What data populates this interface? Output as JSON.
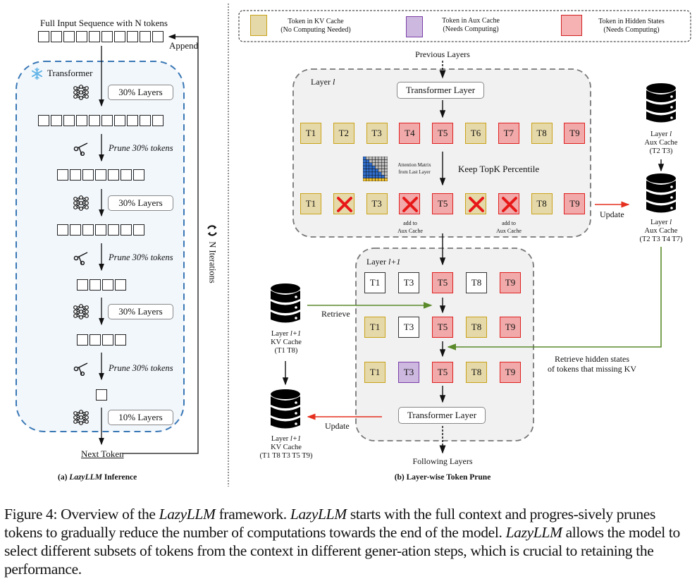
{
  "panel_a": {
    "input_label": "Full Input Sequence with N tokens",
    "append_label": "Append",
    "transformer_label": "Transformer",
    "iterations_label": "N Iterations",
    "next_token_label": "Next Token",
    "caption_prefix": "(a) ",
    "caption_italic": "LazyLLM",
    "caption_suffix": " Inference",
    "stages": [
      {
        "type": "tokens",
        "count": 10
      },
      {
        "type": "layers",
        "label": "30% Layers"
      },
      {
        "type": "tokens",
        "count": 10
      },
      {
        "type": "prune",
        "label": "Prune 30% tokens"
      },
      {
        "type": "tokens",
        "count": 7
      },
      {
        "type": "layers",
        "label": "30% Layers"
      },
      {
        "type": "tokens",
        "count": 7
      },
      {
        "type": "prune",
        "label": "Prune 30% tokens"
      },
      {
        "type": "tokens",
        "count": 4
      },
      {
        "type": "layers",
        "label": "30% Layers"
      },
      {
        "type": "tokens",
        "count": 4
      },
      {
        "type": "prune",
        "label": "Prune 30% tokens"
      },
      {
        "type": "tokens",
        "count": 1
      },
      {
        "type": "layers",
        "label": "10% Layers"
      }
    ],
    "layer_labels": [
      "30% Layers",
      "30% Layers",
      "30% Layers",
      "10% Layers"
    ],
    "prune_labels": [
      "Prune 30% tokens",
      "Prune 30% tokens",
      "Prune 30% tokens"
    ]
  },
  "legend": {
    "items": [
      {
        "line1": "Token in KV Cache",
        "line2": "(No Computing Needed)",
        "color": "#e6d9a9",
        "border": "#c9a21a"
      },
      {
        "line1": "Token in Aux Cache",
        "line2": "(Needs Computing)",
        "color": "#cdb8df",
        "border": "#7a3fa8"
      },
      {
        "line1": "Token in Hidden States",
        "line2": "(Needs Computing)",
        "color": "#f1a9a9",
        "border": "#e02020"
      }
    ]
  },
  "panel_b": {
    "previous_layers": "Previous Layers",
    "following_layers": "Following Layers",
    "layer_l": {
      "title_prefix": "Layer ",
      "title_var": "l",
      "transformer_layer": "Transformer Layer",
      "row1": [
        {
          "label": "T1",
          "state": "kv"
        },
        {
          "label": "T2",
          "state": "kv"
        },
        {
          "label": "T3",
          "state": "kv"
        },
        {
          "label": "T4",
          "state": "hid"
        },
        {
          "label": "T5",
          "state": "hid"
        },
        {
          "label": "T6",
          "state": "kv"
        },
        {
          "label": "T7",
          "state": "hid"
        },
        {
          "label": "T8",
          "state": "kv"
        },
        {
          "label": "T9",
          "state": "hid"
        }
      ],
      "row2": [
        {
          "label": "T1",
          "state": "kv",
          "pruned": false
        },
        {
          "label": "T2",
          "state": "kv",
          "pruned": true
        },
        {
          "label": "T3",
          "state": "kv",
          "pruned": false
        },
        {
          "label": "T4",
          "state": "hid",
          "pruned": true
        },
        {
          "label": "T5",
          "state": "hid",
          "pruned": false
        },
        {
          "label": "T6",
          "state": "kv",
          "pruned": true
        },
        {
          "label": "T7",
          "state": "hid",
          "pruned": true
        },
        {
          "label": "T8",
          "state": "kv",
          "pruned": false
        },
        {
          "label": "T9",
          "state": "hid",
          "pruned": false
        }
      ],
      "attention_label_1": "Attention Matrix",
      "attention_label_2": "from Last Layer",
      "keep_topk": "Keep TopK Percentile",
      "add_to_aux_1": "add to",
      "add_to_aux_2": "Aux Cache"
    },
    "aux_cache_before": {
      "line1_prefix": "Layer ",
      "line1_var": "l",
      "line2": "Aux Cache",
      "line3": "(T2 T3)"
    },
    "aux_cache_after": {
      "line1_prefix": "Layer ",
      "line1_var": "l",
      "line2": "Aux Cache",
      "line3": "(T2 T3 T4 T7)"
    },
    "update_label_right": "Update",
    "layer_l1": {
      "title_prefix": "Layer ",
      "title_var": "l+1",
      "transformer_layer": "Transformer Layer",
      "row1": [
        {
          "label": "T1",
          "state": "plain"
        },
        {
          "label": "T3",
          "state": "plain"
        },
        {
          "label": "T5",
          "state": "hid"
        },
        {
          "label": "T8",
          "state": "plain"
        },
        {
          "label": "T9",
          "state": "hid"
        }
      ],
      "row2": [
        {
          "label": "T1",
          "state": "kv"
        },
        {
          "label": "T3",
          "state": "plain"
        },
        {
          "label": "T5",
          "state": "hid"
        },
        {
          "label": "T8",
          "state": "kv"
        },
        {
          "label": "T9",
          "state": "hid"
        }
      ],
      "row3": [
        {
          "label": "T1",
          "state": "kv"
        },
        {
          "label": "T3",
          "state": "aux"
        },
        {
          "label": "T5",
          "state": "hid"
        },
        {
          "label": "T8",
          "state": "kv"
        },
        {
          "label": "T9",
          "state": "hid"
        }
      ]
    },
    "kv_cache_before": {
      "line1_prefix": "Layer ",
      "line1_var": "l+1",
      "line2": "KV Cache",
      "line3": "(T1 T8)"
    },
    "kv_cache_after": {
      "line1_prefix": "Layer ",
      "line1_var": "l+1",
      "line2": "KV Cache",
      "line3": "(T1 T8 T3 T5 T9)"
    },
    "retrieve_label": "Retrieve",
    "retrieve_hidden_1": "Retrieve hidden states",
    "retrieve_hidden_2": "of tokens that missing KV",
    "update_label_left": "Update",
    "caption": "(b) Layer-wise Token Prune"
  },
  "caption": {
    "figure_label": "Figure 4: Overview of the ",
    "name": "LazyLLM",
    "seg1": " framework. ",
    "seg2": " starts with the full context and progres-sively prunes tokens to gradually reduce the number of computations towards the end of the model. ",
    "seg3": " allows the model to select different subsets of tokens from the context in different gener-ation steps, which is crucial to retaining the performance."
  },
  "colors": {
    "kv_fill": "#e6d9a9",
    "kv_border": "#c9a21a",
    "aux_fill": "#cdb8df",
    "aux_border": "#7a3fa8",
    "hid_fill": "#f1a9a9",
    "hid_border": "#e02020",
    "retrieve_green": "#5a8a2a",
    "update_red": "#e53020",
    "transformer_dash": "#3a78b5"
  }
}
